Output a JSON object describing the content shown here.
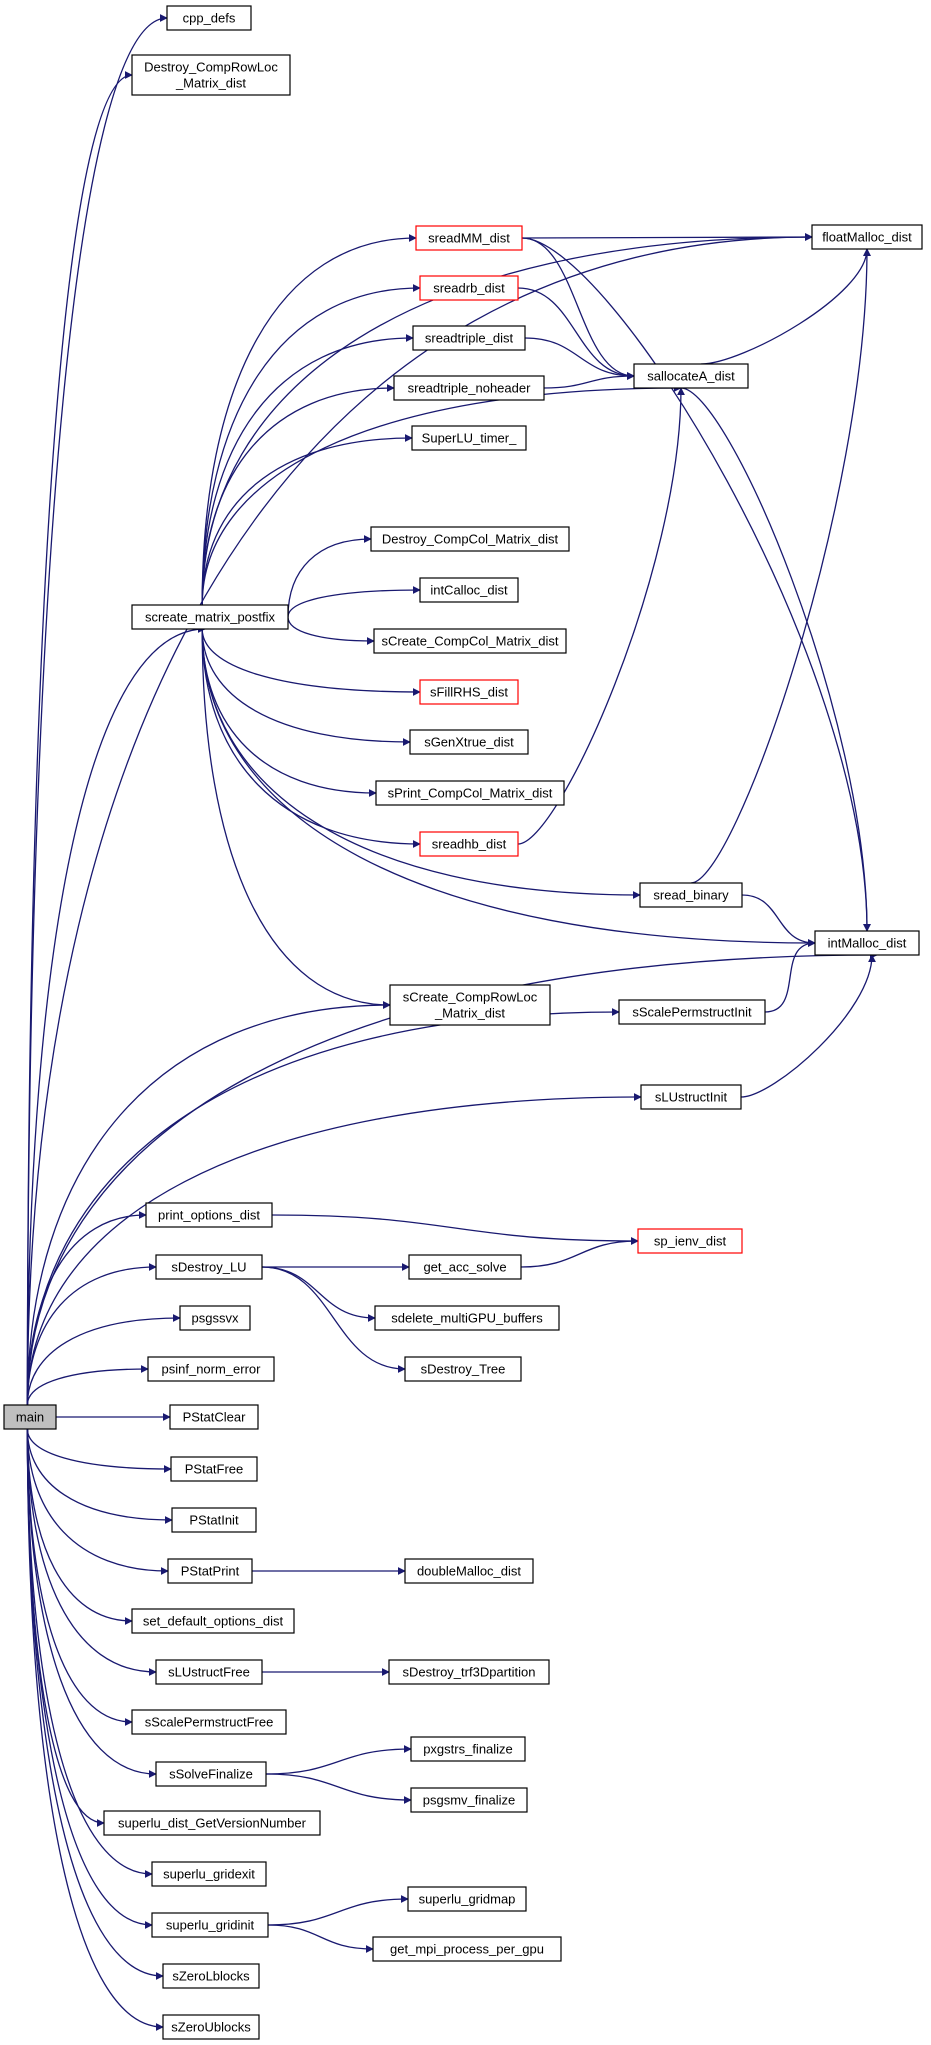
{
  "colors": {
    "edge": "#191970",
    "node_border": "#000000",
    "node_border_incomplete": "#ff0000",
    "node_fill": "#ffffff",
    "root_fill": "#bfbfbf"
  },
  "nodes": [
    {
      "id": "main",
      "lines": [
        "main"
      ],
      "style": "root"
    },
    {
      "id": "cpp_defs",
      "lines": [
        "cpp_defs"
      ],
      "style": "normal"
    },
    {
      "id": "destroy_comprowloc",
      "lines": [
        "Destroy_CompRowLoc",
        "_Matrix_dist"
      ],
      "style": "normal"
    },
    {
      "id": "floatmalloc",
      "lines": [
        "floatMalloc_dist"
      ],
      "style": "normal"
    },
    {
      "id": "sreadmm",
      "lines": [
        "sreadMM_dist"
      ],
      "style": "incomplete"
    },
    {
      "id": "sreadrb",
      "lines": [
        "sreadrb_dist"
      ],
      "style": "incomplete"
    },
    {
      "id": "sreadtriple",
      "lines": [
        "sreadtriple_dist"
      ],
      "style": "normal"
    },
    {
      "id": "sreadtriple_noheader",
      "lines": [
        "sreadtriple_noheader"
      ],
      "style": "normal"
    },
    {
      "id": "sallocatea",
      "lines": [
        "sallocateA_dist"
      ],
      "style": "normal"
    },
    {
      "id": "superlu_timer",
      "lines": [
        "SuperLU_timer_"
      ],
      "style": "normal"
    },
    {
      "id": "destroy_compcol",
      "lines": [
        "Destroy_CompCol_Matrix_dist"
      ],
      "style": "normal"
    },
    {
      "id": "screate_matrix_postfix",
      "lines": [
        "screate_matrix_postfix"
      ],
      "style": "normal"
    },
    {
      "id": "intcalloc",
      "lines": [
        "intCalloc_dist"
      ],
      "style": "normal"
    },
    {
      "id": "screate_compcol",
      "lines": [
        "sCreate_CompCol_Matrix_dist"
      ],
      "style": "normal"
    },
    {
      "id": "sfillrhs",
      "lines": [
        "sFillRHS_dist"
      ],
      "style": "incomplete"
    },
    {
      "id": "sgenxtrue",
      "lines": [
        "sGenXtrue_dist"
      ],
      "style": "normal"
    },
    {
      "id": "sprint_compcol",
      "lines": [
        "sPrint_CompCol_Matrix_dist"
      ],
      "style": "normal"
    },
    {
      "id": "sreadhb",
      "lines": [
        "sreadhb_dist"
      ],
      "style": "incomplete"
    },
    {
      "id": "sread_binary",
      "lines": [
        "sread_binary"
      ],
      "style": "normal"
    },
    {
      "id": "intmalloc",
      "lines": [
        "intMalloc_dist"
      ],
      "style": "normal"
    },
    {
      "id": "screate_comprowloc",
      "lines": [
        "sCreate_CompRowLoc",
        "_Matrix_dist"
      ],
      "style": "normal"
    },
    {
      "id": "sscalepermstructinit",
      "lines": [
        "sScalePermstructInit"
      ],
      "style": "normal"
    },
    {
      "id": "slustructinit",
      "lines": [
        "sLUstructInit"
      ],
      "style": "normal"
    },
    {
      "id": "print_options",
      "lines": [
        "print_options_dist"
      ],
      "style": "normal"
    },
    {
      "id": "sp_ienv",
      "lines": [
        "sp_ienv_dist"
      ],
      "style": "incomplete"
    },
    {
      "id": "sdestroy_lu",
      "lines": [
        "sDestroy_LU"
      ],
      "style": "normal"
    },
    {
      "id": "get_acc_solve",
      "lines": [
        "get_acc_solve"
      ],
      "style": "normal"
    },
    {
      "id": "sdelete_multigpu",
      "lines": [
        "sdelete_multiGPU_buffers"
      ],
      "style": "normal"
    },
    {
      "id": "sdestroy_tree",
      "lines": [
        "sDestroy_Tree"
      ],
      "style": "normal"
    },
    {
      "id": "psgssvx",
      "lines": [
        "psgssvx"
      ],
      "style": "normal"
    },
    {
      "id": "psinf_norm_error",
      "lines": [
        "psinf_norm_error"
      ],
      "style": "normal"
    },
    {
      "id": "pstatclear",
      "lines": [
        "PStatClear"
      ],
      "style": "normal"
    },
    {
      "id": "pstatfree",
      "lines": [
        "PStatFree"
      ],
      "style": "normal"
    },
    {
      "id": "pstatinit",
      "lines": [
        "PStatInit"
      ],
      "style": "normal"
    },
    {
      "id": "pstatprint",
      "lines": [
        "PStatPrint"
      ],
      "style": "normal"
    },
    {
      "id": "doublemalloc",
      "lines": [
        "doubleMalloc_dist"
      ],
      "style": "normal"
    },
    {
      "id": "set_default_options",
      "lines": [
        "set_default_options_dist"
      ],
      "style": "normal"
    },
    {
      "id": "slustructfree",
      "lines": [
        "sLUstructFree"
      ],
      "style": "normal"
    },
    {
      "id": "sdestroy_trf3d",
      "lines": [
        "sDestroy_trf3Dpartition"
      ],
      "style": "normal"
    },
    {
      "id": "sscalepermstructfree",
      "lines": [
        "sScalePermstructFree"
      ],
      "style": "normal"
    },
    {
      "id": "ssolvefinalize",
      "lines": [
        "sSolveFinalize"
      ],
      "style": "normal"
    },
    {
      "id": "pxgstrs_finalize",
      "lines": [
        "pxgstrs_finalize"
      ],
      "style": "normal"
    },
    {
      "id": "psgsmv_finalize",
      "lines": [
        "psgsmv_finalize"
      ],
      "style": "normal"
    },
    {
      "id": "getversion",
      "lines": [
        "superlu_dist_GetVersionNumber"
      ],
      "style": "normal"
    },
    {
      "id": "gridexit",
      "lines": [
        "superlu_gridexit"
      ],
      "style": "normal"
    },
    {
      "id": "gridinit",
      "lines": [
        "superlu_gridinit"
      ],
      "style": "normal"
    },
    {
      "id": "gridmap",
      "lines": [
        "superlu_gridmap"
      ],
      "style": "normal"
    },
    {
      "id": "get_mpi_process",
      "lines": [
        "get_mpi_process_per_gpu"
      ],
      "style": "normal"
    },
    {
      "id": "szerolblocks",
      "lines": [
        "sZeroLblocks"
      ],
      "style": "normal"
    },
    {
      "id": "szeroublocks",
      "lines": [
        "sZeroUblocks"
      ],
      "style": "normal"
    }
  ],
  "edges": [
    [
      "main",
      "cpp_defs"
    ],
    [
      "main",
      "destroy_comprowloc"
    ],
    [
      "main",
      "floatmalloc"
    ],
    [
      "main",
      "screate_matrix_postfix"
    ],
    [
      "main",
      "screate_comprowloc"
    ],
    [
      "main",
      "sscalepermstructinit"
    ],
    [
      "main",
      "slustructinit"
    ],
    [
      "main",
      "intmalloc"
    ],
    [
      "main",
      "print_options"
    ],
    [
      "main",
      "sdestroy_lu"
    ],
    [
      "main",
      "psgssvx"
    ],
    [
      "main",
      "psinf_norm_error"
    ],
    [
      "main",
      "pstatclear"
    ],
    [
      "main",
      "pstatfree"
    ],
    [
      "main",
      "pstatinit"
    ],
    [
      "main",
      "pstatprint"
    ],
    [
      "main",
      "set_default_options"
    ],
    [
      "main",
      "slustructfree"
    ],
    [
      "main",
      "sscalepermstructfree"
    ],
    [
      "main",
      "ssolvefinalize"
    ],
    [
      "main",
      "getversion"
    ],
    [
      "main",
      "gridexit"
    ],
    [
      "main",
      "gridinit"
    ],
    [
      "main",
      "szerolblocks"
    ],
    [
      "main",
      "szeroublocks"
    ],
    [
      "screate_matrix_postfix",
      "floatmalloc"
    ],
    [
      "screate_matrix_postfix",
      "sreadmm"
    ],
    [
      "screate_matrix_postfix",
      "sreadrb"
    ],
    [
      "screate_matrix_postfix",
      "sreadtriple"
    ],
    [
      "screate_matrix_postfix",
      "sreadtriple_noheader"
    ],
    [
      "screate_matrix_postfix",
      "superlu_timer"
    ],
    [
      "screate_matrix_postfix",
      "sallocatea"
    ],
    [
      "screate_matrix_postfix",
      "destroy_compcol"
    ],
    [
      "screate_matrix_postfix",
      "intcalloc"
    ],
    [
      "screate_matrix_postfix",
      "screate_compcol"
    ],
    [
      "screate_matrix_postfix",
      "sfillrhs"
    ],
    [
      "screate_matrix_postfix",
      "sgenxtrue"
    ],
    [
      "screate_matrix_postfix",
      "sprint_compcol"
    ],
    [
      "screate_matrix_postfix",
      "sreadhb"
    ],
    [
      "screate_matrix_postfix",
      "sread_binary"
    ],
    [
      "screate_matrix_postfix",
      "intmalloc"
    ],
    [
      "screate_matrix_postfix",
      "screate_comprowloc"
    ],
    [
      "sreadmm",
      "floatmalloc"
    ],
    [
      "sreadmm",
      "sallocatea"
    ],
    [
      "sreadmm",
      "intmalloc"
    ],
    [
      "sreadrb",
      "sallocatea"
    ],
    [
      "sreadtriple",
      "sallocatea"
    ],
    [
      "sreadtriple_noheader",
      "sallocatea"
    ],
    [
      "sallocatea",
      "floatmalloc"
    ],
    [
      "sallocatea",
      "intmalloc"
    ],
    [
      "sreadhb",
      "sallocatea"
    ],
    [
      "sread_binary",
      "floatmalloc"
    ],
    [
      "sread_binary",
      "intmalloc"
    ],
    [
      "sscalepermstructinit",
      "intmalloc"
    ],
    [
      "slustructinit",
      "intmalloc"
    ],
    [
      "print_options",
      "sp_ienv"
    ],
    [
      "sdestroy_lu",
      "get_acc_solve"
    ],
    [
      "sdestroy_lu",
      "sdelete_multigpu"
    ],
    [
      "sdestroy_lu",
      "sdestroy_tree"
    ],
    [
      "get_acc_solve",
      "sp_ienv"
    ],
    [
      "pstatprint",
      "doublemalloc"
    ],
    [
      "slustructfree",
      "sdestroy_trf3d"
    ],
    [
      "ssolvefinalize",
      "pxgstrs_finalize"
    ],
    [
      "ssolvefinalize",
      "psgsmv_finalize"
    ],
    [
      "gridinit",
      "gridmap"
    ],
    [
      "gridinit",
      "get_mpi_process"
    ]
  ]
}
